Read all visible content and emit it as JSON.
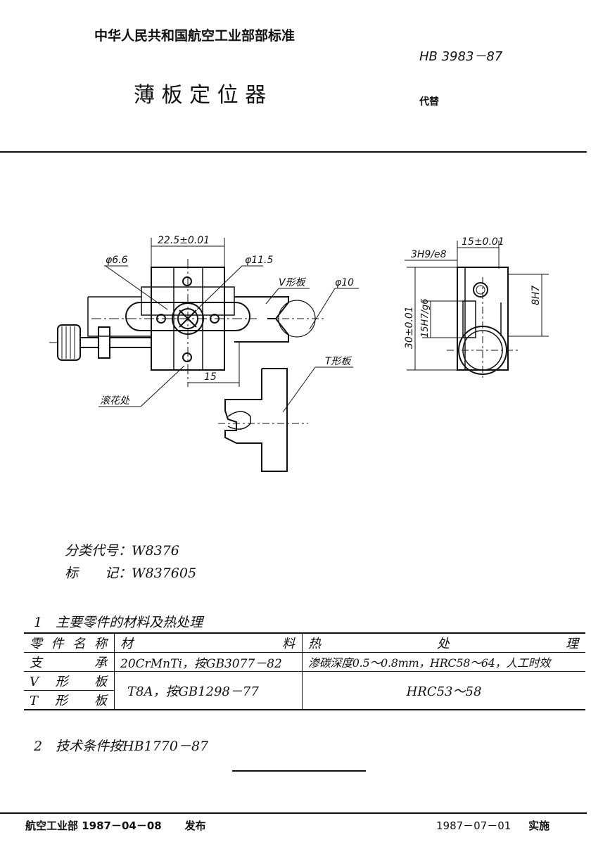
{
  "header": {
    "organization": "中华人民共和国航空工业部部标准",
    "standard_no": "HB 3983－87",
    "title": "薄 板 定 位 器",
    "replaces": "代替"
  },
  "drawing": {
    "dims": {
      "width_main": "22.5±0.01",
      "phi_6_6": "φ6.6",
      "phi_11_5": "φ11.5",
      "phi_10": "φ10",
      "v_plate": "V形板",
      "t_plate": "T形板",
      "offset_15": "15",
      "knurled": "滚花处",
      "fit_3h9": "3H9/e8",
      "width_side": "15±0.01",
      "height_side": "30±0.01",
      "fit_15h7": "15H7/g6",
      "fit_8h7": "8H7"
    }
  },
  "classification": {
    "code_label": "分类代号：",
    "code_value": "W8376",
    "mark_label": "标　　记：",
    "mark_value": "W837605"
  },
  "section1_title": "1　主要零件的材料及热处理",
  "table": {
    "headers": [
      "零件名称",
      "材　　　　料",
      "热　　　　处　　　　理"
    ],
    "rows": [
      {
        "part": "支　　承",
        "material": "20CrMnTi，按GB3077－82",
        "treatment": "渗碳深度0.5～0.8mm，HRC58～64，人工时效"
      },
      {
        "part": "V 形 板",
        "material": "T8A，按GB1298－77",
        "treatment": "HRC53～58"
      },
      {
        "part": "T 形 板"
      }
    ]
  },
  "section2": "2　技术条件按HB1770－87",
  "footer": {
    "issuer": "航空工业部 1987－04－08",
    "issue_word": "发布",
    "impl_date": "1987－07－01",
    "impl_word": "实施"
  }
}
